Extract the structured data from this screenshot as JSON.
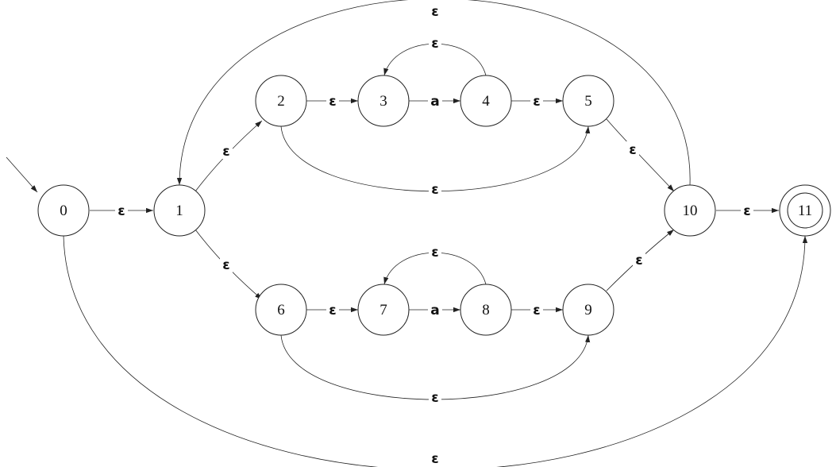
{
  "nfa": {
    "start_state": "0",
    "accept_states": [
      "11"
    ],
    "states": [
      "0",
      "1",
      "2",
      "3",
      "4",
      "5",
      "6",
      "7",
      "8",
      "9",
      "10",
      "11"
    ],
    "transitions": [
      {
        "id": "t-0-1",
        "from": "0",
        "to": "1",
        "label": "ε"
      },
      {
        "id": "t-1-2",
        "from": "1",
        "to": "2",
        "label": "ε"
      },
      {
        "id": "t-1-6",
        "from": "1",
        "to": "6",
        "label": "ε"
      },
      {
        "id": "t-2-3",
        "from": "2",
        "to": "3",
        "label": "ε"
      },
      {
        "id": "t-3-4",
        "from": "3",
        "to": "4",
        "label": "a"
      },
      {
        "id": "t-4-5",
        "from": "4",
        "to": "5",
        "label": "ε"
      },
      {
        "id": "t-4-3",
        "from": "4",
        "to": "3",
        "label": "ε"
      },
      {
        "id": "t-2-5",
        "from": "2",
        "to": "5",
        "label": "ε"
      },
      {
        "id": "t-5-10",
        "from": "5",
        "to": "10",
        "label": "ε"
      },
      {
        "id": "t-6-7",
        "from": "6",
        "to": "7",
        "label": "ε"
      },
      {
        "id": "t-7-8",
        "from": "7",
        "to": "8",
        "label": "a"
      },
      {
        "id": "t-8-9",
        "from": "8",
        "to": "9",
        "label": "ε"
      },
      {
        "id": "t-8-7",
        "from": "8",
        "to": "7",
        "label": "ε"
      },
      {
        "id": "t-6-9",
        "from": "6",
        "to": "9",
        "label": "ε"
      },
      {
        "id": "t-9-10",
        "from": "9",
        "to": "10",
        "label": "ε"
      },
      {
        "id": "t-10-11",
        "from": "10",
        "to": "11",
        "label": "ε"
      },
      {
        "id": "t-10-1",
        "from": "10",
        "to": "1",
        "label": "ε"
      },
      {
        "id": "t-0-11",
        "from": "0",
        "to": "11",
        "label": "ε"
      }
    ]
  }
}
